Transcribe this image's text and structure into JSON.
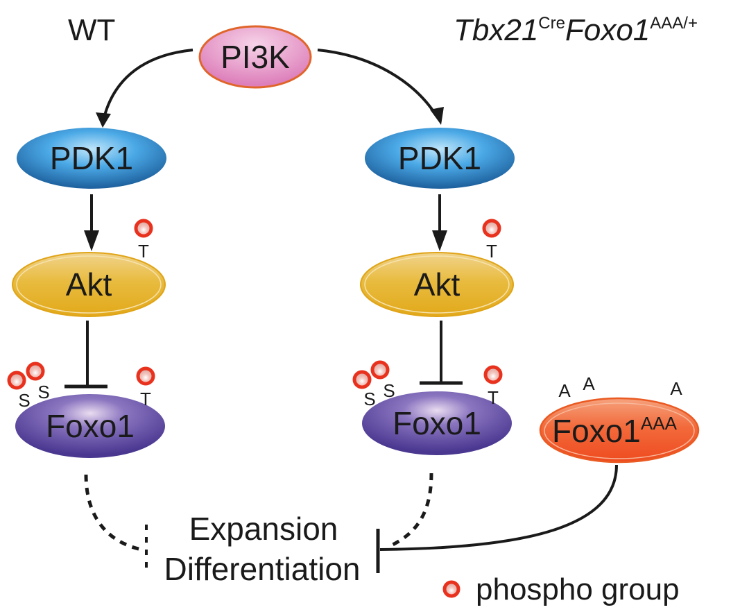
{
  "headers": {
    "wt": "WT",
    "mutant": {
      "gene1": "Tbx21",
      "gene1_sup": "Cre",
      "gene2": "Foxo1",
      "gene2_sup": "AAA/+"
    }
  },
  "nodes": {
    "pi3k": {
      "label": "PI3K",
      "color": "#e58fc2"
    },
    "pdk1_left": {
      "label": "PDK1",
      "color": "#2f8fd6"
    },
    "pdk1_right": {
      "label": "PDK1",
      "color": "#2f8fd6"
    },
    "akt_left": {
      "label": "Akt",
      "color": "#e6ad1a"
    },
    "akt_right": {
      "label": "Akt",
      "color": "#e6ad1a"
    },
    "foxo1_left": {
      "label": "Foxo1",
      "color": "#5c48a3"
    },
    "foxo1_right": {
      "label": "Foxo1",
      "color": "#5c48a3"
    },
    "foxo1aaa": {
      "label": "Foxo1",
      "sup": "AAA",
      "color": "#f04e23"
    }
  },
  "residues": {
    "threonine": "T",
    "serine": "S",
    "alanine": "A"
  },
  "outcome": {
    "line1": "Expansion",
    "line2": "Differentiation"
  },
  "legend": {
    "label": "phospho group",
    "color": "#e8321e"
  }
}
